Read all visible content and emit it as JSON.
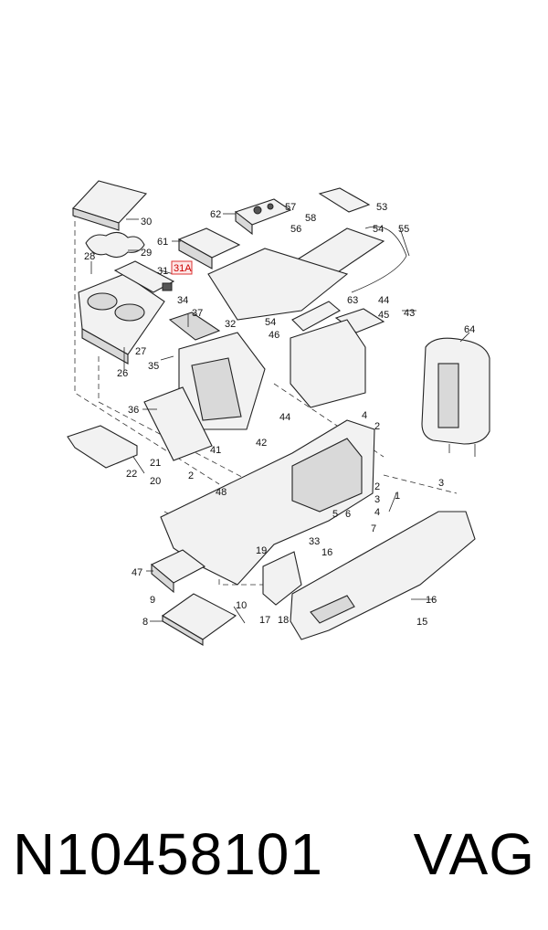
{
  "diagram": {
    "highlight_label": "31A",
    "labels": [
      "30",
      "29",
      "28",
      "31",
      "27",
      "26",
      "62",
      "61",
      "57",
      "58",
      "53",
      "54",
      "55",
      "56",
      "34",
      "37",
      "54",
      "63",
      "44",
      "45",
      "43",
      "46",
      "64",
      "32",
      "35",
      "36",
      "41",
      "42",
      "44",
      "4",
      "2",
      "21",
      "22",
      "20",
      "2",
      "48",
      "3",
      "2",
      "3",
      "4",
      "1",
      "5",
      "6",
      "7",
      "47",
      "19",
      "33",
      "16",
      "9",
      "8",
      "10",
      "17",
      "18",
      "16",
      "15"
    ]
  },
  "footer": {
    "part_number": "N10458101",
    "brand": "VAG"
  }
}
